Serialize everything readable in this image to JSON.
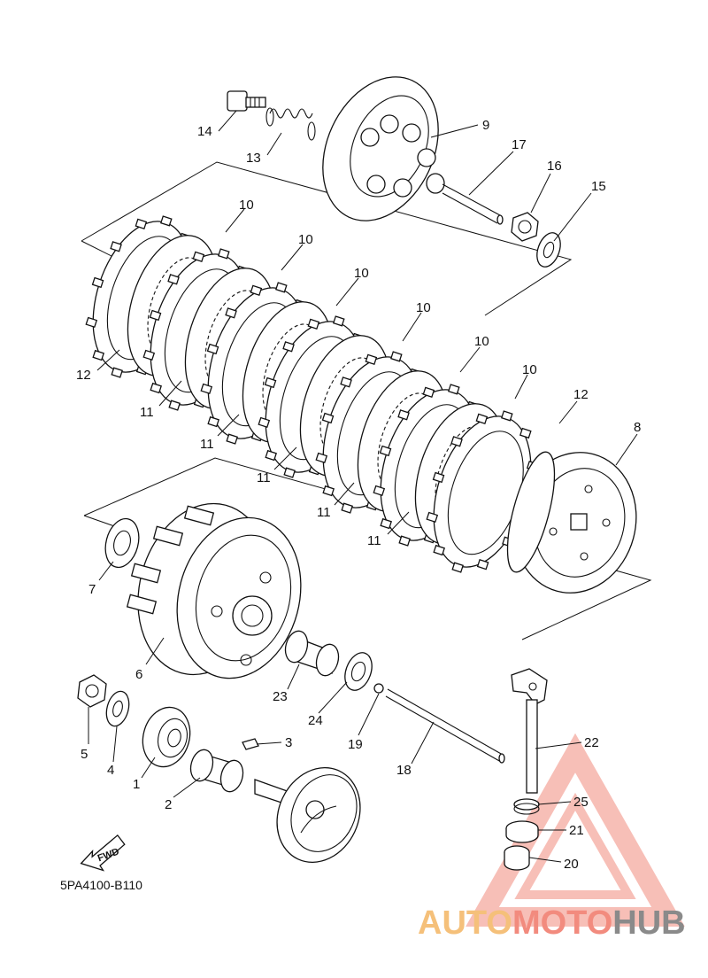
{
  "diagram": {
    "code": "5PA4100-B110",
    "fwd_label": "FWD",
    "callouts": {
      "c1": "1",
      "c2": "2",
      "c3": "3",
      "c4": "4",
      "c5": "5",
      "c6": "6",
      "c7": "7",
      "c8": "8",
      "c9": "9",
      "c10a": "10",
      "c10b": "10",
      "c10c": "10",
      "c10d": "10",
      "c10e": "10",
      "c10f": "10",
      "c11a": "11",
      "c11b": "11",
      "c11c": "11",
      "c11d": "11",
      "c11e": "11",
      "c12a": "12",
      "c12b": "12",
      "c13": "13",
      "c14": "14",
      "c15": "15",
      "c16": "16",
      "c17": "17",
      "c18": "18",
      "c19": "19",
      "c20": "20",
      "c21": "21",
      "c22": "22",
      "c23": "23",
      "c24": "24",
      "c25": "25"
    }
  },
  "watermark": {
    "part1": "AUTO",
    "part2": "MOTO",
    "part3": "HUB",
    "colors": {
      "orange": "#f5c07a",
      "red": "#f28b7e",
      "gray": "#8a8a8a"
    }
  }
}
